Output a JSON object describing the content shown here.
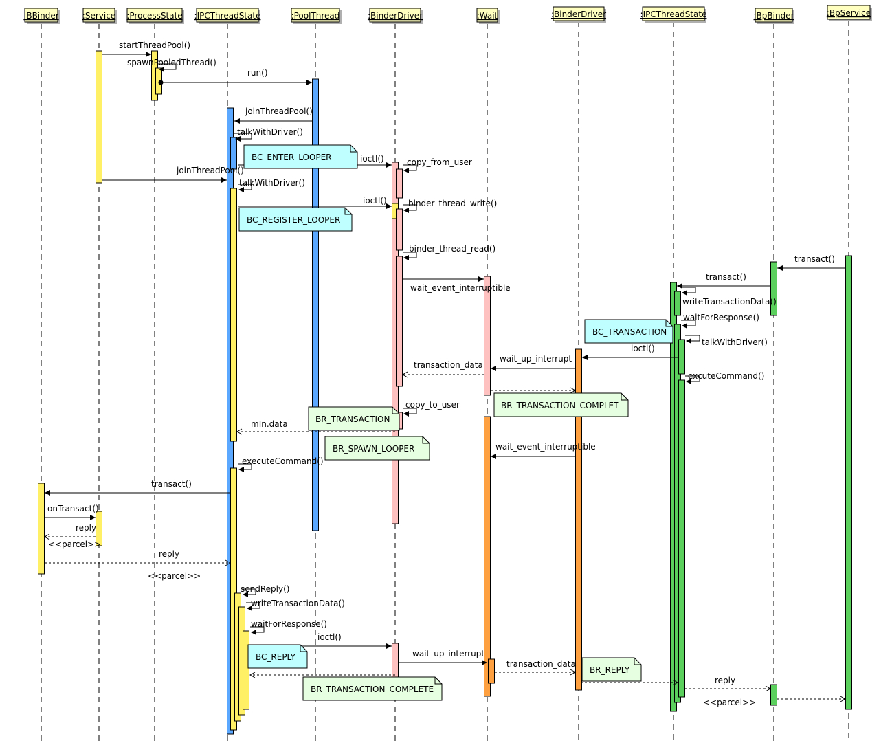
{
  "colors": {
    "head_fill": "#ffffc0",
    "yellow": "#fff066",
    "blue": "#5aa8ff",
    "pink": "#ffc0c0",
    "orange": "#ffa040",
    "green": "#5cd05c",
    "note_cyan": "#c0ffff",
    "note_green": "#e6ffe0"
  },
  "participants": [
    ":BBinder",
    ":Service",
    ":ProcessState",
    ":IPCThreadState",
    ":PoolThread",
    ":BinderDriver",
    ":Wait",
    ":BinderDriver",
    ":IPCThreadState",
    ":BpBinder",
    ":BpService"
  ],
  "messages": [
    "startThreadPool()",
    "spawnPooledThread()",
    "run()",
    "joinThreadPool()",
    "talkWithDriver()",
    "ioctl()",
    "copy_from_user",
    "joinThreadPool()",
    "talkWithDriver()",
    "ioctl()",
    "binder_thread_write()",
    "binder_thread_read()",
    "wait_event_interruptible",
    "transact()",
    "transact()",
    "writeTransactionData()",
    "waitForResponse()",
    "talkWithDriver()",
    "ioctl()",
    "wait_up_interrupt",
    "excuteCommand()",
    "transaction_data",
    "copy_to_user",
    "mIn.data",
    "wait_event_interruptible",
    "executeCommand()",
    "transact()",
    "onTransact()",
    "reply",
    "<<parcel>>",
    "reply",
    "<<parcel>>",
    "sendReply()",
    "writeTransactionData()",
    "waitForResponse()",
    "ioctl()",
    "wait_up_interrupt",
    "transaction_data",
    "reply",
    "<<parcel>>"
  ],
  "notes": [
    "BC_ENTER_LOOPER",
    "BC_REGISTER_LOOPER",
    "BC_TRANSACTION",
    "BR_TRANSACTION_COMPLET",
    "BR_TRANSACTION",
    "BR_SPAWN_LOOPER",
    "BC_REPLY",
    "BR_TRANSACTION_COMPLETE",
    "BR_REPLY"
  ]
}
